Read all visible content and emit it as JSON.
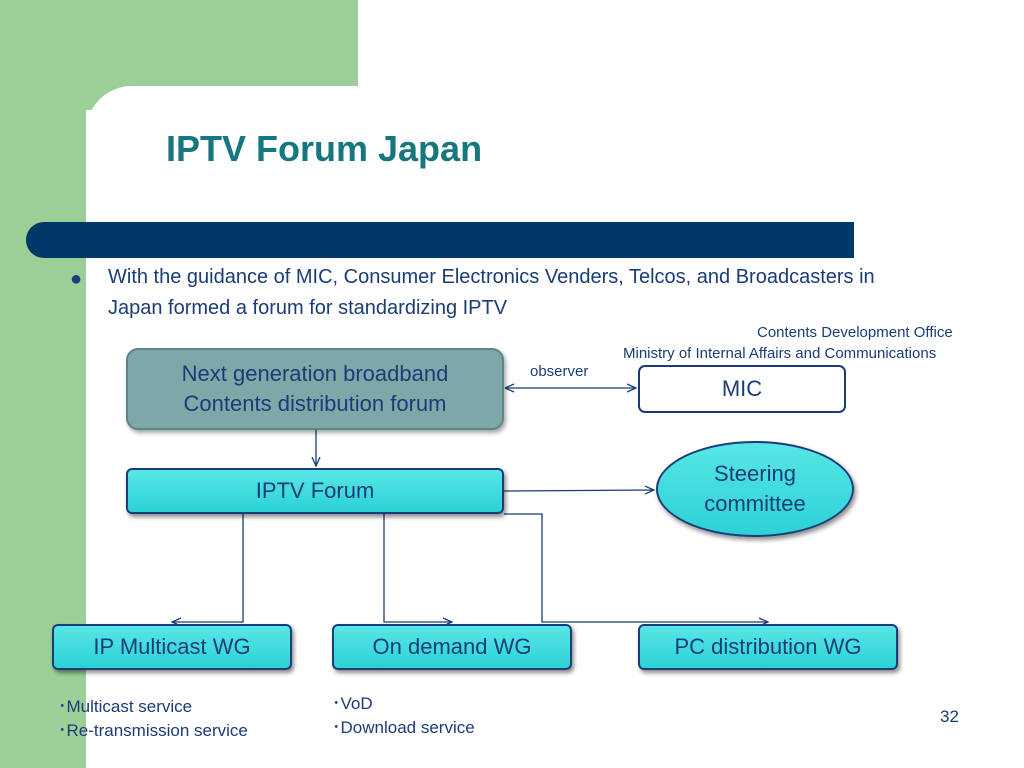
{
  "slide": {
    "title": "IPTV Forum Japan",
    "bullet_text": "With the guidance of MIC, Consumer Electronics Venders, Telcos, and Broadcasters in Japan formed a forum for standardizing IPTV",
    "page_number": "32"
  },
  "diagram": {
    "mic_note_line1": "Contents Development Office",
    "mic_note_line2": "Ministry of Internal Affairs and Communications",
    "forum_line1": "Next generation broadband",
    "forum_line2": "Contents distribution forum",
    "observer_label": "observer",
    "mic_label": "MIC",
    "iptv_forum_label": "IPTV Forum",
    "steering_line1": "Steering",
    "steering_line2": "committee",
    "wg_multicast": "IP Multicast WG",
    "wg_ondemand": "On demand WG",
    "wg_pc": "PC distribution WG",
    "multicast_items": [
      "･Multicast service",
      "･Re-transmission service"
    ],
    "ondemand_items": [
      "･VoD",
      "･Download service"
    ]
  },
  "colors": {
    "accent_green": "#9ccf98",
    "title_teal": "#17777e",
    "bar_navy": "#003869",
    "box_cyan": "#2bd2d5",
    "forum_gray": "#7ea7a8",
    "text_navy": "#1a3c78"
  }
}
